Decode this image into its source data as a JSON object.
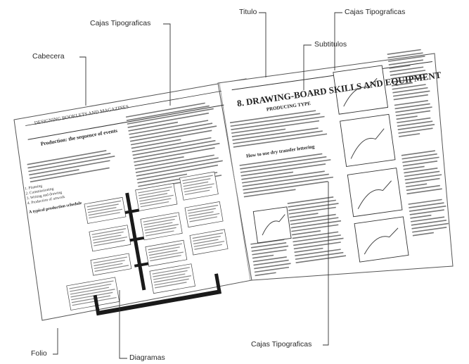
{
  "labels": {
    "cabecera": "Cabecera",
    "cajas_top_left": "Cajas Tipograficas",
    "titulo": "Titulo",
    "cajas_top_right": "Cajas Tipograficas",
    "subtitulos": "Subtitulos",
    "folio": "Folio",
    "diagramas": "Diagramas",
    "cajas_bottom": "Cajas Tipograficas"
  },
  "left_page": {
    "header": "DESIGNING BOOKLETS AND MAGAZINES",
    "heading": "Production: the sequence of events",
    "list": [
      "1. Planning",
      "2. Commissioning",
      "3. Writing and drawing",
      "4. Production of artwork"
    ],
    "sub_heading": "A typical production schedule"
  },
  "right_page": {
    "title": "8. DRAWING-BOARD SKILLS AND EQUIPMENT",
    "subtitle": "PRODUCING TYPE",
    "subheading": "How to use dry transfer lettering"
  },
  "colors": {
    "ink": "#222222",
    "paper": "#ffffff",
    "diagram_fill": "#1a1a1a"
  }
}
